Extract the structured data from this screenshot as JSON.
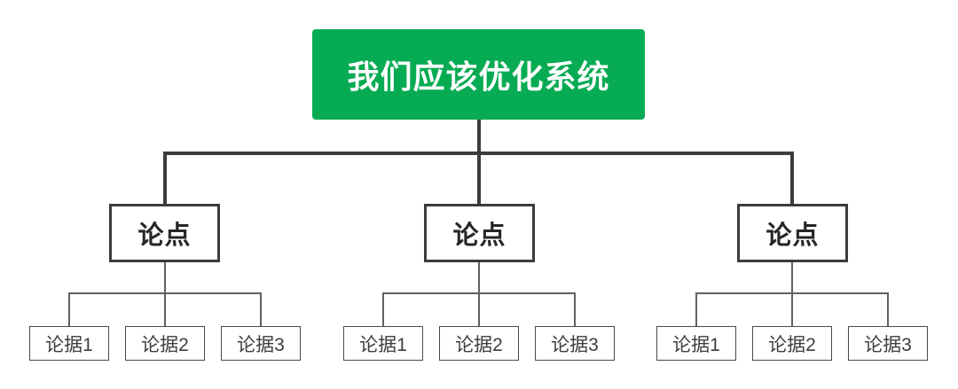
{
  "diagram": {
    "root": {
      "label": "我们应该优化系统"
    },
    "points": [
      {
        "label": "论点",
        "evidences": [
          "论据1",
          "论据2",
          "论据3"
        ]
      },
      {
        "label": "论点",
        "evidences": [
          "论据1",
          "论据2",
          "论据3"
        ]
      },
      {
        "label": "论点",
        "evidences": [
          "论据1",
          "论据2",
          "论据3"
        ]
      }
    ],
    "colors": {
      "root_bg": "#07AB53",
      "root_text": "#FFFFFF",
      "thick_line": "#3A3D3A",
      "thin_line": "#616161",
      "point_border": "#3A3D3A",
      "point_text": "#262626",
      "evidence_border": "#4A4A4A",
      "evidence_text": "#3D3D3D",
      "background": "#FFFFFF"
    }
  }
}
